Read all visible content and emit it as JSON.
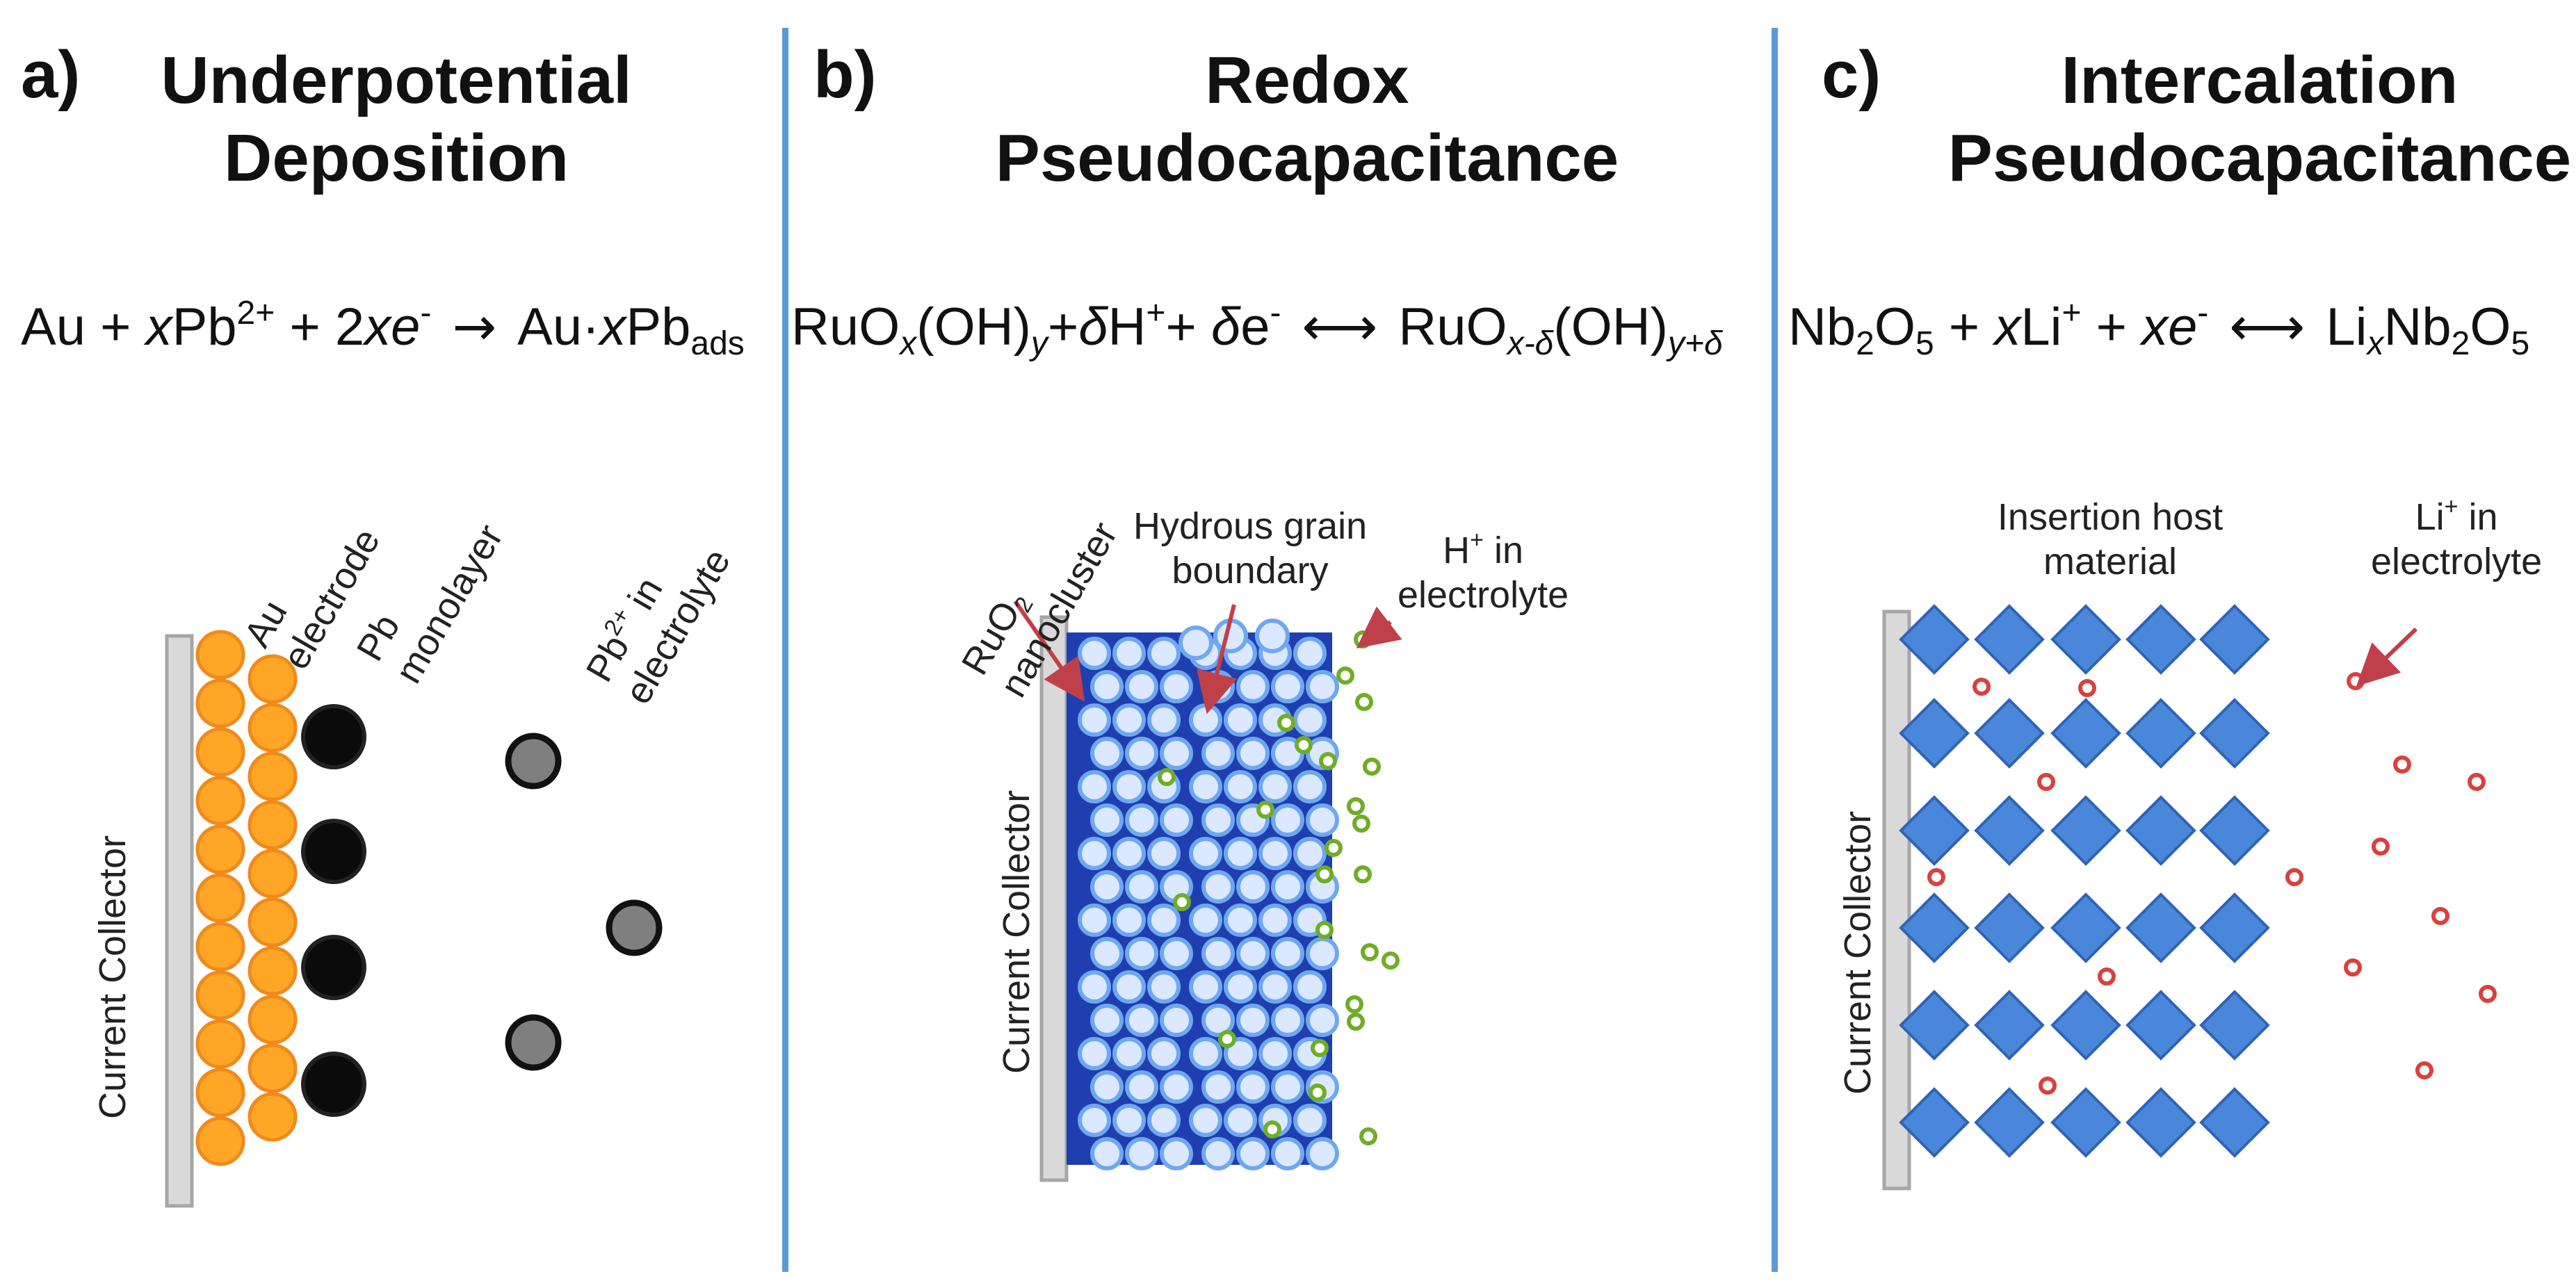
{
  "panels": {
    "a": {
      "letter": "a)",
      "title_line1": "Underpotential",
      "title_line2": "Deposition",
      "equation": {
        "p1": "Au + ",
        "p2": "x",
        "p3": "Pb",
        "p4": "2+",
        "p5": " + 2",
        "p6": "xe",
        "p7": "-",
        "arrow": "→",
        "p8": "Au·",
        "p9": "x",
        "p10": "Pb",
        "p11": "ads"
      },
      "labels": {
        "current_collector": "Current Collector",
        "au_line1": "Au",
        "au_line2": "electrode",
        "pb_line1": "Pb",
        "pb_line2": "monolayer",
        "ion_line1_a": "Pb",
        "ion_line1_sup": "2+",
        "ion_line1_b": " in",
        "ion_line2": "electrolyte"
      }
    },
    "b": {
      "letter": "b)",
      "title_line1": "Redox",
      "title_line2": "Pseudocapacitance",
      "equation": {
        "p1": "RuO",
        "p2": "x",
        "p3": "(OH)",
        "p4": "y",
        "p5": "+",
        "p6": "δ",
        "p7": "H",
        "p8": "+",
        "p9": "+ ",
        "p10": "δ",
        "p11": "e",
        "p12": "-",
        "arrow": "⟷",
        "p13": "RuO",
        "p14": "x-δ",
        "p15": "(OH)",
        "p16": "y+δ"
      },
      "labels": {
        "current_collector": "Current Collector",
        "ruo2_line1_a": "RuO",
        "ruo2_line1_sub": "2",
        "ruo2_line2": "nanocluster",
        "grain_line1": "Hydrous grain",
        "grain_line2": "boundary",
        "ion_line1_a": "H",
        "ion_line1_sup": "+",
        "ion_line1_b": " in",
        "ion_line2": "electrolyte"
      }
    },
    "c": {
      "letter": "c)",
      "title_line1": "Intercalation",
      "title_line2": "Pseudocapacitance",
      "equation": {
        "p1": "Nb",
        "p2": "2",
        "p3": "O",
        "p4": "5",
        "p5": " + ",
        "p6": "x",
        "p7": "Li",
        "p8": "+",
        "p9": " + ",
        "p10": "xe",
        "p11": "-",
        "arrow": "⟷",
        "p12": "Li",
        "p13": "x",
        "p14": "Nb",
        "p15": "2",
        "p16": "O",
        "p17": "5"
      },
      "labels": {
        "current_collector": "Current Collector",
        "host_line1": "Insertion host",
        "host_line2": "material",
        "ion_line1_a": "Li",
        "ion_line1_sup": "+",
        "ion_line1_b": " in",
        "ion_line2": "electrolyte"
      }
    }
  },
  "colors": {
    "divider": "#5b9bd5",
    "collector_fill": "#d9d9d9",
    "collector_stroke": "#a6a6a6",
    "au_fill": "#ffa626",
    "au_stroke": "#f08a1c",
    "pb_fill": "#0b0b0b",
    "pb2_fill": "#7f7f7f",
    "ruo2_bg": "#1f3fb0",
    "ruo2_cluster_fill": "#dbe8ff",
    "ruo2_cluster_stroke": "#6fa8f0",
    "h_ion": "#70ad27",
    "host_fill": "#4a87db",
    "host_stroke": "#2f64b5",
    "li_ion": "#d9413f",
    "pointer_arrow": "#c0404a"
  }
}
